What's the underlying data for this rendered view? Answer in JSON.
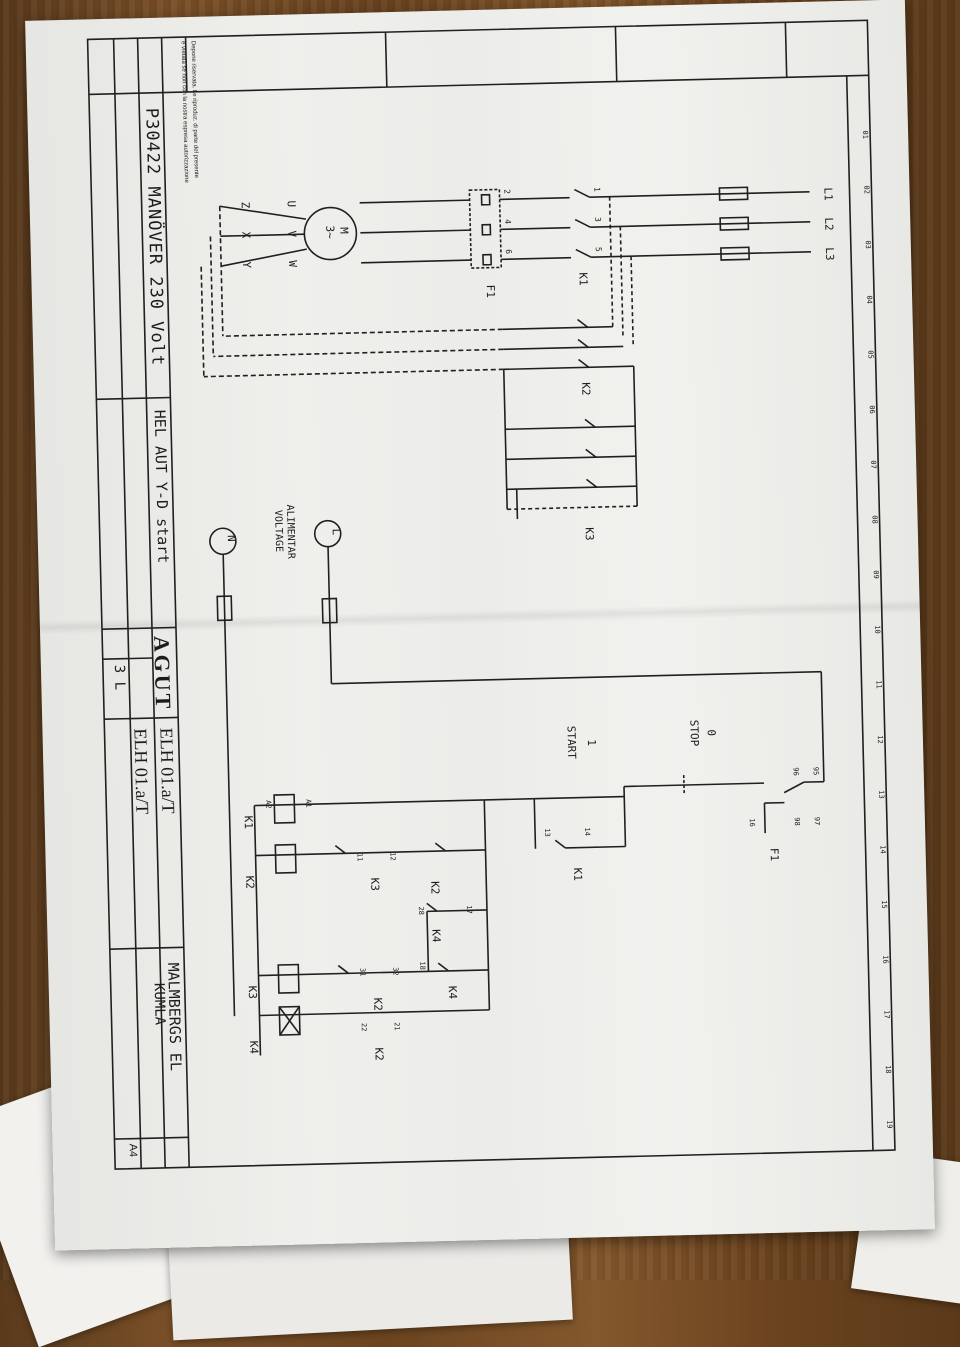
{
  "title_block": {
    "note_line1": "Depone riservata. Le riproduz. di parte del presente",
    "note_line2": "è vietata se non con la nostra espresa autorizzazione",
    "drawing_number": "P30422 MANÖVER 230 Volt",
    "description": "HEL AUT Y-D start",
    "company_logo": "AGUT",
    "code_1": "ELH 01.a/T",
    "code_2": "ELH 01.a/T",
    "short_code": "3 L",
    "company_name": "MALMBERGS EL",
    "company_city": "KUMLA",
    "sheet_size": "A4"
  },
  "columns": [
    "01",
    "02",
    "03",
    "04",
    "05",
    "06",
    "07",
    "08",
    "09",
    "10",
    "11",
    "12",
    "13",
    "14",
    "15",
    "16",
    "17",
    "18",
    "19"
  ],
  "power": {
    "phases": [
      "L1",
      "L2",
      "L3"
    ],
    "motor_label": "M",
    "motor_sub": "3~",
    "terminals_top": [
      "U",
      "V",
      "W"
    ],
    "terminals_bottom": [
      "Z",
      "X",
      "Y"
    ],
    "overload": "F1",
    "k1": "K1",
    "k2": "K2",
    "k3": "K3",
    "contact_nums": [
      "1",
      "2",
      "3",
      "4",
      "5",
      "6"
    ]
  },
  "signal": {
    "supply_label": "ALIMENTAR",
    "supply_label_2": "VOLTAGE",
    "neutral_symbol": "N",
    "phase_symbol": "L"
  },
  "control": {
    "stop_num": "0",
    "stop_label": "STOP",
    "start_num": "1",
    "start_label": "START",
    "f1": "F1",
    "k1": "K1",
    "k2_aux": "K2",
    "k3_aux": "K3",
    "k4_aux": "K4",
    "k2_second": "K2",
    "k2_third": "K2",
    "coil_labels": [
      "K1",
      "K2",
      "K3",
      "K4"
    ],
    "nums": [
      "95",
      "96",
      "97",
      "98",
      "13",
      "14",
      "11",
      "12",
      "21",
      "22",
      "A1",
      "A2",
      "17",
      "18",
      "28",
      "16",
      "31",
      "32"
    ]
  }
}
